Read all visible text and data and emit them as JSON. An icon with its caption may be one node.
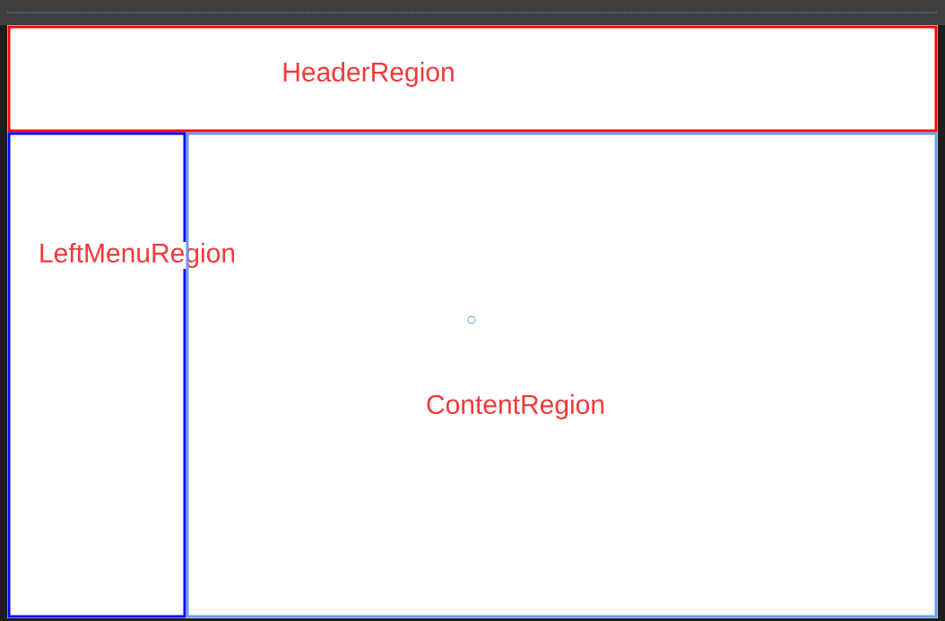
{
  "diagram": {
    "nodes": [
      {
        "text": [
          "HeaderRegion"
        ]
      },
      {
        "text": [
          "LeftMenuRegion"
        ]
      },
      {
        "text": [
          "ContentRegion"
        ]
      }
    ]
  }
}
